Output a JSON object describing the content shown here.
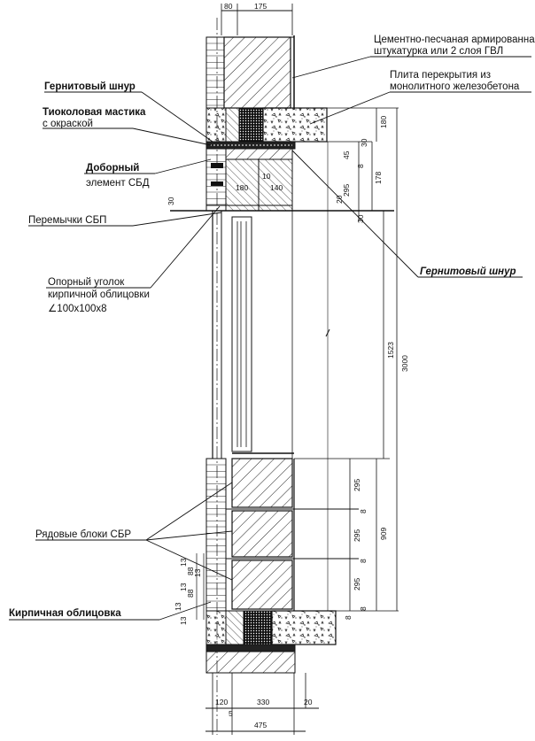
{
  "labels": {
    "plaster": [
      "Цементно-песчаная армированная",
      "штукатурка или 2 слоя ГВЛ"
    ],
    "gernit_top": "Гернитовый шнур",
    "thiokol": [
      "Тиоколовая мастика",
      "с окраской"
    ],
    "slab": [
      "Плита перекрытия из",
      "монолитного железобетона"
    ],
    "extra_element": [
      "Доборный",
      "элемент СБД"
    ],
    "lintels": "Перемычки СБП",
    "gernit_right": "Гернитовый шнур",
    "angle": [
      "Опорный уголок",
      "кирпичной облицовки",
      "∠100x100x8"
    ],
    "row_blocks": "Рядовые блоки СБР",
    "brick": "Кирпичная облицовка"
  },
  "dims": {
    "top_80": "80",
    "top_175": "175",
    "r180": "180",
    "r30": "30",
    "r178": "178",
    "r295_top": "295",
    "r20": "20",
    "r30b": "30",
    "r45": "45",
    "r8": "8",
    "r1523": "1523",
    "r3000": "3000",
    "r295_1": "295",
    "r295_2": "295",
    "r295_3": "295",
    "r909": "909",
    "r8a": "8",
    "r8b": "8",
    "r8c": "8",
    "r8d": "8",
    "l30": "30",
    "l13a": "13",
    "l88a": "88",
    "l13b": "13",
    "l88b": "88",
    "l13c": "13",
    "l13d": "13",
    "l13e": "13",
    "in180": "180",
    "in140": "140",
    "in10": "10",
    "b120": "120",
    "b330": "330",
    "b20": "20",
    "b5": "5",
    "b475": "475"
  }
}
